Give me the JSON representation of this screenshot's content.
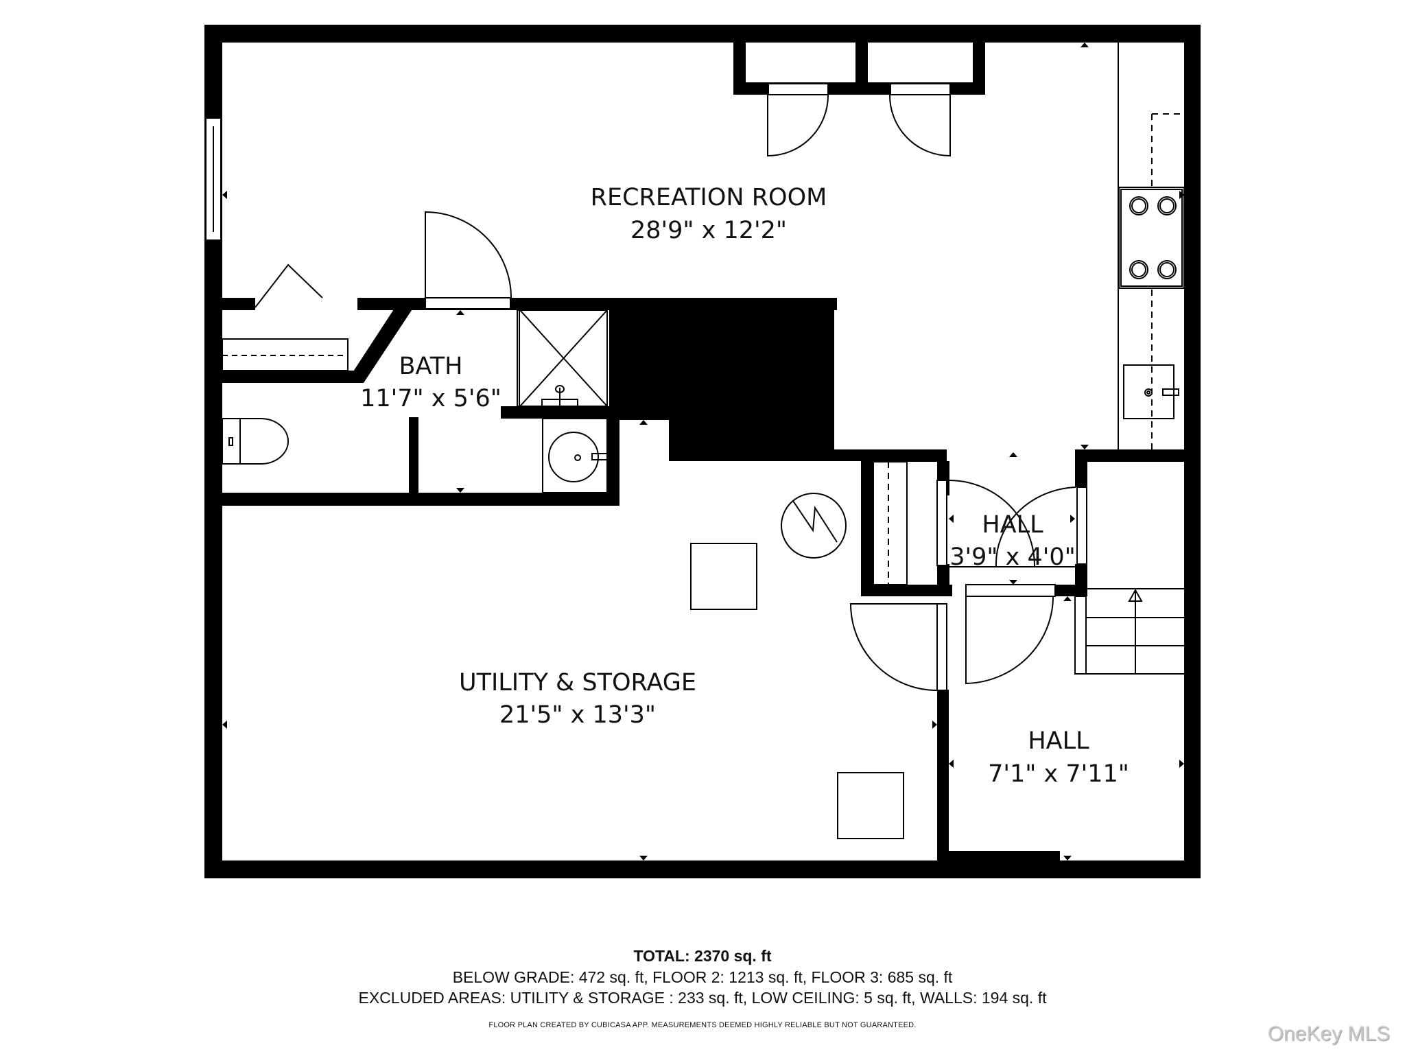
{
  "floor_plan": {
    "rooms": [
      {
        "name": "RECREATION ROOM",
        "dimensions": "28'9\" x 12'2\""
      },
      {
        "name": "BATH",
        "dimensions": "11'7\" x 5'6\""
      },
      {
        "name": "HALL",
        "dimensions": "3'9\" x 4'0\""
      },
      {
        "name": "UTILITY & STORAGE",
        "dimensions": "21'5\" x 13'3\""
      },
      {
        "name": "HALL",
        "dimensions": "7'1\" x 7'11\""
      }
    ],
    "fixtures": [
      "stove-icon",
      "kitchen-sink-icon",
      "toilet-icon",
      "bath-sink-icon",
      "shower-icon",
      "water-heater-icon",
      "stairs-icon"
    ]
  },
  "summary": {
    "total": "TOTAL: 2370 sq. ft",
    "line1": "BELOW GRADE: 472 sq. ft, FLOOR 2: 1213 sq. ft, FLOOR 3: 685 sq. ft",
    "line2": "EXCLUDED AREAS: UTILITY & STORAGE : 233 sq. ft, LOW CEILING: 5 sq. ft, WALLS: 194 sq. ft",
    "disclaimer": "FLOOR PLAN CREATED BY CUBICASA APP. MEASUREMENTS DEEMED HIGHLY RELIABLE BUT NOT GUARANTEED."
  },
  "watermark": "OneKey MLS",
  "colors": {
    "wall": "#000000",
    "background": "#ffffff",
    "watermark": "#c8c8c8"
  }
}
